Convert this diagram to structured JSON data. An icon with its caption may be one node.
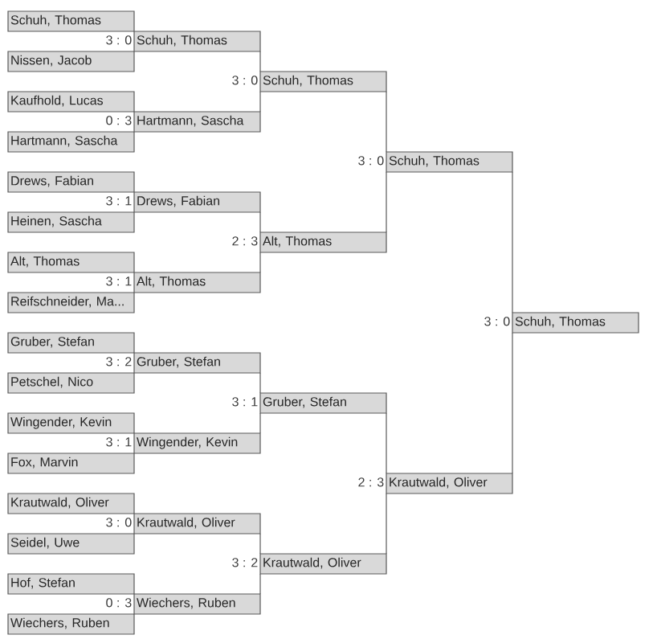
{
  "diagram": {
    "nodes": [
      {
        "text": [
          "Schuh, Thomas"
        ]
      },
      {
        "text": [
          "Nissen, Jacob"
        ]
      },
      {
        "text": [
          "Kaufhold, Lucas"
        ]
      },
      {
        "text": [
          "Hartmann, Sascha"
        ]
      },
      {
        "text": [
          "Drews, Fabian"
        ]
      },
      {
        "text": [
          "Heinen, Sascha"
        ]
      },
      {
        "text": [
          "Alt, Thomas"
        ]
      },
      {
        "text": [
          "Reifschneider, Ma..."
        ]
      },
      {
        "text": [
          "Gruber, Stefan"
        ]
      },
      {
        "text": [
          "Petschel, Nico"
        ]
      },
      {
        "text": [
          "Wingender, Kevin"
        ]
      },
      {
        "text": [
          "Fox, Marvin"
        ]
      },
      {
        "text": [
          "Krautwald, Oliver"
        ]
      },
      {
        "text": [
          "Seidel, Uwe"
        ]
      },
      {
        "text": [
          "Hof, Stefan"
        ]
      },
      {
        "text": [
          "Wiechers, Ruben"
        ]
      },
      {
        "text": [
          "Schuh, Thomas"
        ],
        "beside": [
          "3 : 0"
        ]
      },
      {
        "text": [
          "Hartmann, Sascha"
        ],
        "beside": [
          "0 : 3"
        ]
      },
      {
        "text": [
          "Drews, Fabian"
        ],
        "beside": [
          "3 : 1"
        ]
      },
      {
        "text": [
          "Alt, Thomas"
        ],
        "beside": [
          "3 : 1"
        ]
      },
      {
        "text": [
          "Gruber, Stefan"
        ],
        "beside": [
          "3 : 2"
        ]
      },
      {
        "text": [
          "Wingender, Kevin"
        ],
        "beside": [
          "3 : 1"
        ]
      },
      {
        "text": [
          "Krautwald, Oliver"
        ],
        "beside": [
          "3 : 0"
        ]
      },
      {
        "text": [
          "Wiechers, Ruben"
        ],
        "beside": [
          "0 : 3"
        ]
      },
      {
        "text": [
          "Schuh, Thomas"
        ],
        "beside": [
          "3 : 0"
        ]
      },
      {
        "text": [
          "Alt, Thomas"
        ],
        "beside": [
          "2 : 3"
        ]
      },
      {
        "text": [
          "Gruber, Stefan"
        ],
        "beside": [
          "3 : 1"
        ]
      },
      {
        "text": [
          "Krautwald, Oliver"
        ],
        "beside": [
          "3 : 2"
        ]
      },
      {
        "text": [
          "Schuh, Thomas"
        ],
        "beside": [
          "3 : 0"
        ]
      },
      {
        "text": [
          "Krautwald, Oliver"
        ],
        "beside": [
          "2 : 3"
        ]
      },
      {
        "text": [
          "Schuh, Thomas"
        ],
        "beside": [
          "3 : 0"
        ]
      }
    ],
    "edges": [
      {
        "from": 16,
        "to": 24,
        "arrow": "none"
      },
      {
        "from": 17,
        "to": 24,
        "arrow": "none"
      },
      {
        "from": 18,
        "to": 25,
        "arrow": "none"
      },
      {
        "from": 19,
        "to": 25,
        "arrow": "none"
      },
      {
        "from": 20,
        "to": 26,
        "arrow": "none"
      },
      {
        "from": 21,
        "to": 26,
        "arrow": "none"
      },
      {
        "from": 22,
        "to": 27,
        "arrow": "none"
      },
      {
        "from": 23,
        "to": 27,
        "arrow": "none"
      },
      {
        "from": 24,
        "to": 28,
        "arrow": "none"
      },
      {
        "from": 25,
        "to": 28,
        "arrow": "none"
      },
      {
        "from": 26,
        "to": 29,
        "arrow": "none"
      },
      {
        "from": 27,
        "to": 29,
        "arrow": "none"
      },
      {
        "from": 28,
        "to": 30,
        "arrow": "none"
      },
      {
        "from": 29,
        "to": 30,
        "arrow": "none"
      }
    ]
  }
}
